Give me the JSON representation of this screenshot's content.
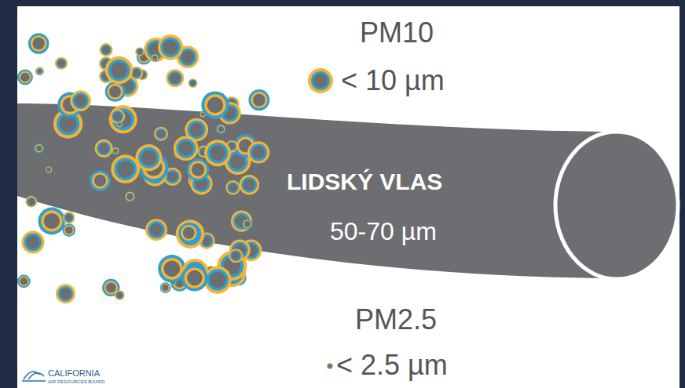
{
  "diagram": {
    "nodes": [
      {
        "text": [
          "LIDSKÝ VLAS",
          "50-70 µm"
        ]
      }
    ],
    "labels": [
      "PM10",
      "< 10 µm",
      "PM2.5",
      "< 2.5 µm",
      "CALIFORNIA",
      "AIR RESOURCES BOARD"
    ]
  }
}
